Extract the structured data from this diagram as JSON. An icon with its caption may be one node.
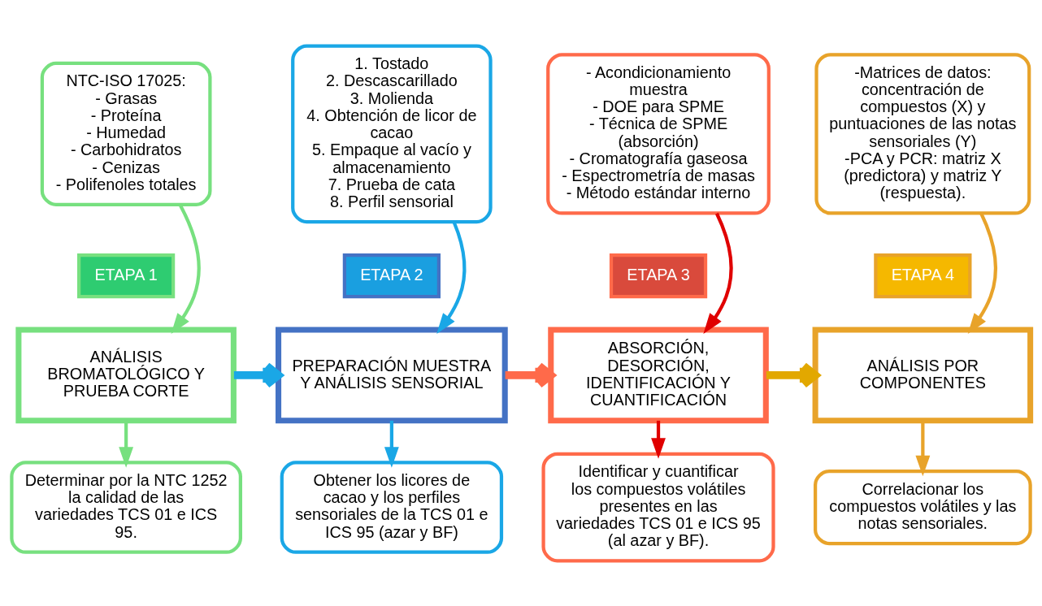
{
  "diagram": {
    "nodes": [
      {
        "text": [
          "NTC-ISO 17025:",
          "- Grasas",
          "- Proteína",
          "- Humedad",
          "- Carbohidratos",
          "- Cenizas",
          "- Polifenoles totales"
        ]
      },
      {
        "text": [
          "ETAPA 1"
        ]
      },
      {
        "text": [
          "ANÁLISIS BROMATOLÓGICO Y PRUEBA CORTE"
        ]
      },
      {
        "text": [
          "Determinar por la NTC 1252 la calidad de las variedades TCS 01 e ICS 95."
        ]
      },
      {
        "text": [
          "1. Tostado",
          "2. Descascarillado",
          "3. Molienda",
          "4. Obtención de licor de cacao",
          "5. Empaque al vacío y almacenamiento",
          "7. Prueba de cata",
          "8. Perfil sensorial"
        ]
      },
      {
        "text": [
          "ETAPA 2"
        ]
      },
      {
        "text": [
          "PREPARACIÓN MUESTRA Y ANÁLISIS SENSORIAL"
        ]
      },
      {
        "text": [
          "Obtener los licores de cacao y los perfiles sensoriales de la TCS 01 e ICS 95 (azar y BF)"
        ]
      },
      {
        "text": [
          "- Acondicionamiento muestra",
          "- DOE para SPME",
          "- Técnica de SPME (absorción)",
          "- Cromatografía gaseosa",
          "- Espectrometría de masas",
          "- Método estándar interno"
        ]
      },
      {
        "text": [
          "ETAPA 3"
        ]
      },
      {
        "text": [
          "ABSORCIÓN, DESORCIÓN, IDENTIFICACIÓN Y CUANTIFICACIÓN"
        ]
      },
      {
        "text": [
          "Identificar y cuantificar los compuestos volátiles presentes en las variedades TCS 01 e ICS 95 (al azar y BF)."
        ]
      },
      {
        "text": [
          "-Matrices de datos: concentración de compuestos (X) y puntuaciones de las notas sensoriales (Y)",
          "-PCA y PCR: matriz X (predictora) y matriz Y (respuesta)."
        ]
      },
      {
        "text": [
          "ETAPA 4"
        ]
      },
      {
        "text": [
          "ANÁLISIS POR COMPONENTES"
        ]
      },
      {
        "text": [
          "Correlacionar los compuestos volátiles y las notas sensoriales."
        ]
      }
    ],
    "edges": [
      {
        "from": 0,
        "to": 2,
        "arrow": "to",
        "color": "#77e07f"
      },
      {
        "from": 2,
        "to": 3,
        "arrow": "to",
        "color": "#77e07f"
      },
      {
        "from": 2,
        "to": 6,
        "arrow": "to",
        "style": "thick",
        "color": "#1aa7e6"
      },
      {
        "from": 4,
        "to": 6,
        "arrow": "to",
        "color": "#1aa7e6"
      },
      {
        "from": 6,
        "to": 7,
        "arrow": "to",
        "color": "#1aa7e6"
      },
      {
        "from": 6,
        "to": 10,
        "arrow": "to",
        "style": "thick",
        "color": "#ff6a4a"
      },
      {
        "from": 8,
        "to": 10,
        "arrow": "to",
        "color": "#e00000"
      },
      {
        "from": 10,
        "to": 11,
        "arrow": "to",
        "color": "#e00000"
      },
      {
        "from": 10,
        "to": 14,
        "arrow": "to",
        "style": "thick",
        "color": "#e2a800"
      },
      {
        "from": 12,
        "to": 14,
        "arrow": "to",
        "color": "#e8a32a"
      },
      {
        "from": 14,
        "to": 15,
        "arrow": "to",
        "color": "#e8a32a"
      }
    ]
  }
}
